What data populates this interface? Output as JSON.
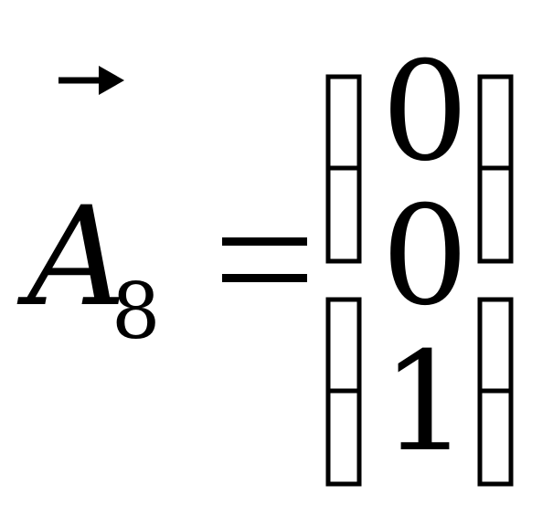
{
  "equation": {
    "variable": "A",
    "subscript": "8",
    "equals": "=",
    "vector_arrow": "right-arrow-icon",
    "matrix": {
      "entries": [
        "0",
        "0",
        "1"
      ],
      "bracket_style": "square-piecewise"
    },
    "colors": {
      "ink": "#000000",
      "background": "#ffffff"
    }
  }
}
